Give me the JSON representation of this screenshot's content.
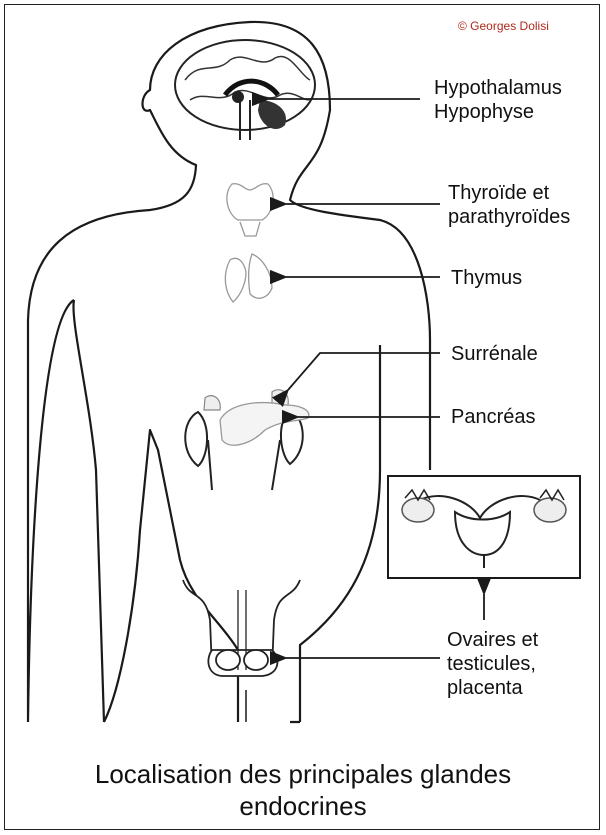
{
  "copyright": "© Georges Dolisi",
  "labels": {
    "hypothalamus": "Hypothalamus\nHypophyse",
    "thyroide": "Thyroïde et\nparathyroïdes",
    "thymus": "Thymus",
    "surrenale": "Surrénale",
    "pancreas": "Pancréas",
    "gonades": "Ovaires et\ntesticules,\nplacenta"
  },
  "caption": "Localisation des principales glandes\nendocrines",
  "colors": {
    "line": "#1a1a1a",
    "copyright": "#b0281c",
    "gland": "#999999"
  }
}
